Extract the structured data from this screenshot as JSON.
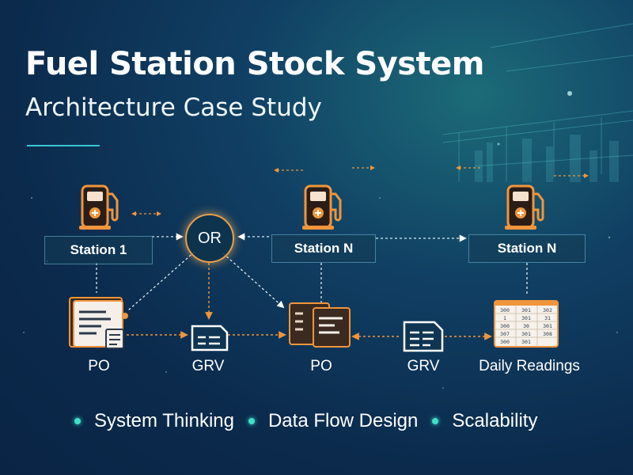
{
  "header": {
    "title": "Fuel Station Stock System",
    "subtitle": "Architecture Case Study"
  },
  "diagram": {
    "stations": [
      {
        "label": "Station 1",
        "icon": "fuel-pump-icon"
      },
      {
        "label": "Station N",
        "icon": "fuel-pump-icon"
      },
      {
        "label": "Station N",
        "icon": "fuel-pump-icon"
      }
    ],
    "or_node": "OR",
    "documents": [
      {
        "label": "PO",
        "icon": "document-stack-icon"
      },
      {
        "label": "GRV",
        "icon": "receipt-icon"
      },
      {
        "label": "PO",
        "icon": "document-stack-icon"
      },
      {
        "label": "GRV",
        "icon": "receipt-icon"
      },
      {
        "label": "Daily Readings",
        "icon": "readings-table-icon"
      }
    ],
    "readings_table": [
      [
        "300",
        "301",
        "302"
      ],
      [
        "1",
        "301",
        "31"
      ],
      [
        "300",
        "30",
        "301"
      ],
      [
        "307",
        "301",
        "308"
      ],
      [
        "300",
        "301"
      ]
    ]
  },
  "tags": [
    "System Thinking",
    "Data Flow Design",
    "Scalability"
  ],
  "colors": {
    "accent_orange": "#f0953c",
    "accent_teal": "#3fe0c8",
    "background": "#0b2a4c"
  }
}
